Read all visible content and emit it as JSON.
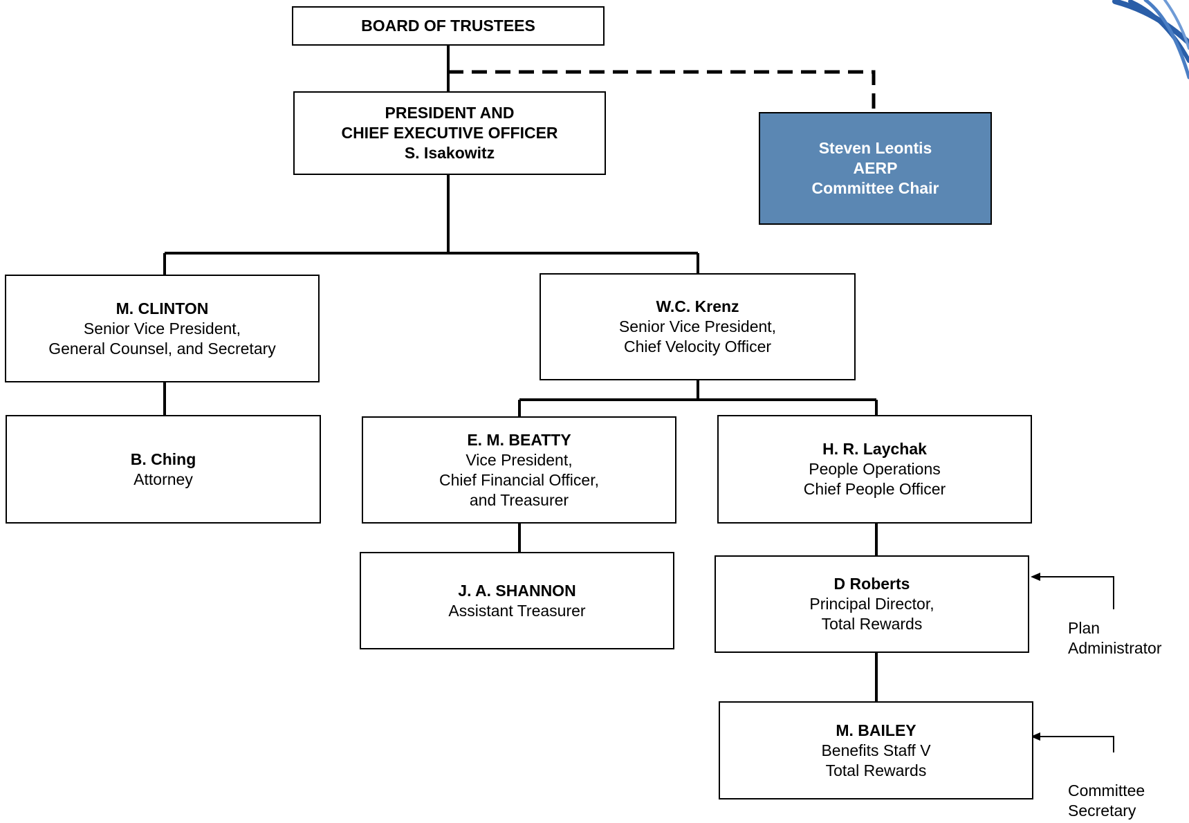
{
  "org": {
    "board": {
      "name": "BOARD OF TRUSTEES"
    },
    "ceo": {
      "line1": "PRESIDENT AND",
      "line2": "CHIEF EXECUTIVE OFFICER",
      "name": "S. Isakowitz"
    },
    "aerp": {
      "name": "Steven Leontis",
      "line2": "AERP",
      "line3": "Committee Chair"
    },
    "clinton": {
      "name": "M. CLINTON",
      "line2": "Senior Vice President,",
      "line3": "General Counsel, and Secretary"
    },
    "krenz": {
      "name": "W.C. Krenz",
      "line2": "Senior Vice President,",
      "line3": "Chief Velocity Officer"
    },
    "ching": {
      "name": "B. Ching",
      "line2": "Attorney"
    },
    "beatty": {
      "name": "E. M. BEATTY",
      "line2": "Vice President,",
      "line3": "Chief Financial Officer,",
      "line4": "and Treasurer"
    },
    "laychak": {
      "name": "H. R. Laychak",
      "line2": "People Operations",
      "line3": "Chief People Officer"
    },
    "shannon": {
      "name": "J. A. SHANNON",
      "line2": "Assistant Treasurer"
    },
    "roberts": {
      "name": "D Roberts",
      "line2": "Principal Director,",
      "line3": "Total Rewards"
    },
    "bailey": {
      "name": "M. BAILEY",
      "line2": "Benefits Staff V",
      "line3": "Total Rewards"
    }
  },
  "annotations": {
    "plan_admin": {
      "line1": "Plan",
      "line2": "Administrator"
    },
    "committee_secretary": {
      "line1": "Committee",
      "line2": "Secretary"
    }
  },
  "colors": {
    "highlight_fill": "#5b87b3",
    "line": "#000000",
    "logo": "#2a5ea8"
  }
}
